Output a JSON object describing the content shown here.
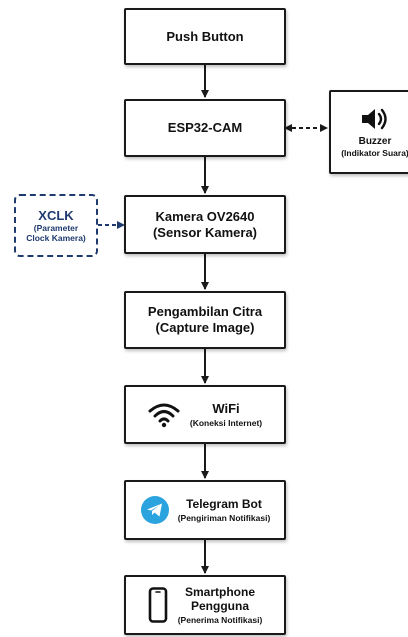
{
  "nodes": {
    "push_button": {
      "label": "Push Button"
    },
    "esp32": {
      "label": "ESP32-CAM"
    },
    "buzzer": {
      "label": "Buzzer",
      "sub": "(Indikator Suara)",
      "icon": "speaker-icon"
    },
    "xclk": {
      "label": "XCLK",
      "sub_line1": "(Parameter",
      "sub_line2": "Clock Kamera)"
    },
    "camera": {
      "label": "Kamera OV2640",
      "sub": "(Sensor Kamera)"
    },
    "capture": {
      "label": "Pengambilan Citra",
      "sub": "(Capture Image)"
    },
    "wifi": {
      "label": "WiFi",
      "sub": "(Koneksi Internet)",
      "icon": "wifi-icon"
    },
    "telegram": {
      "label": "Telegram Bot",
      "sub": "(Pengiriman Notifikasi)",
      "icon": "telegram-icon"
    },
    "smartphone": {
      "label_line1": "Smartphone",
      "label_line2": "Pengguna",
      "sub": "(Penerima Notifikasi)",
      "icon": "smartphone-icon"
    }
  },
  "colors": {
    "border": "#1a1a1a",
    "dashed_accent": "#1f3a6e",
    "telegram_blue": "#2aa3de"
  }
}
